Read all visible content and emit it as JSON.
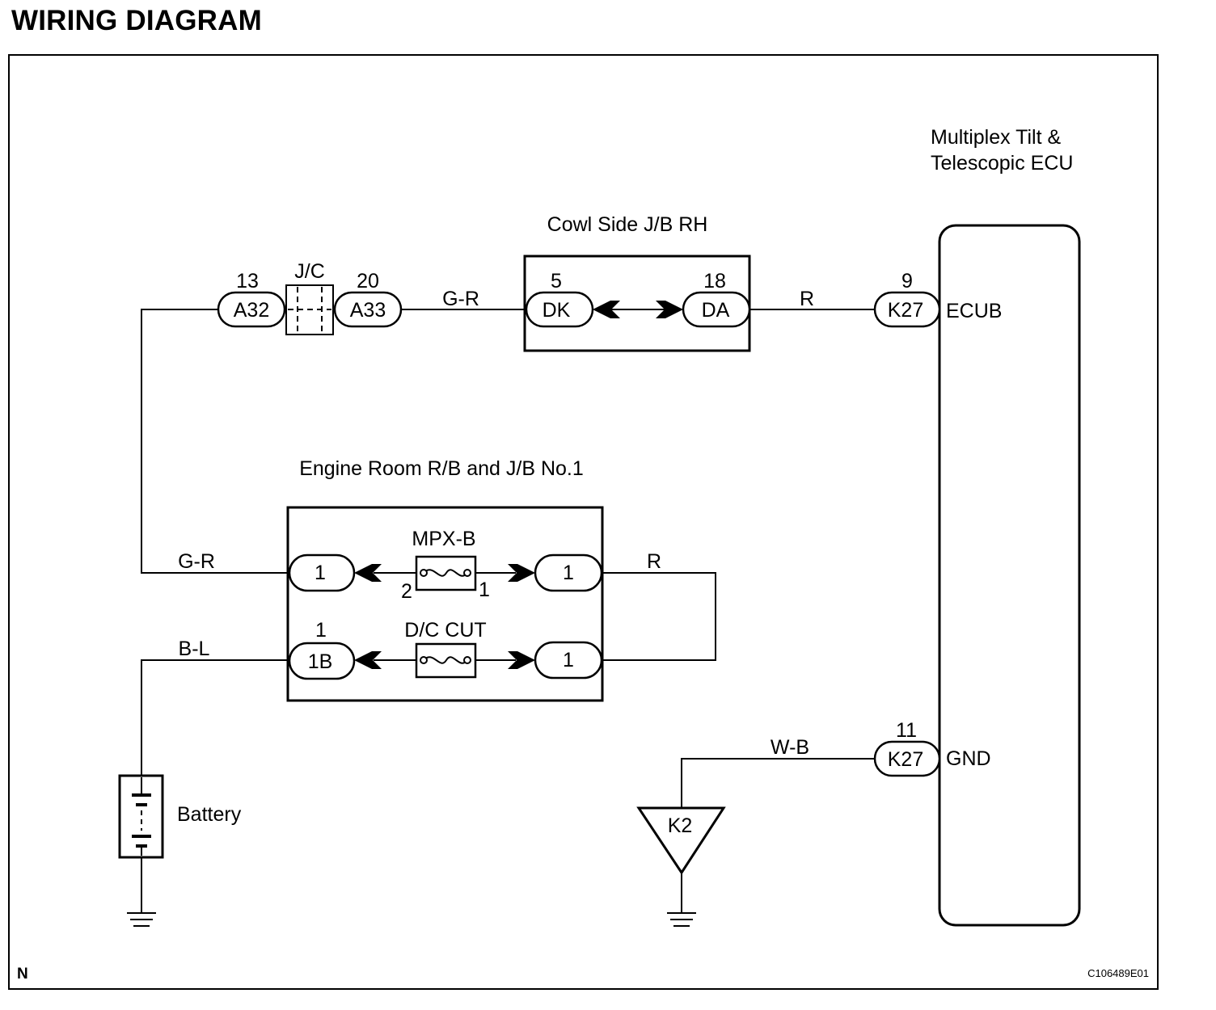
{
  "heading": "WIRING DIAGRAM",
  "footer": {
    "corner_letter": "N",
    "figure_code": "C106489E01"
  },
  "ecu": {
    "name_line1": "Multiplex Tilt &",
    "name_line2": "Telescopic ECU",
    "terminals": [
      {
        "connector": "K27",
        "pin": "9",
        "signal": "ECUB"
      },
      {
        "connector": "K27",
        "pin": "11",
        "signal": "GND"
      }
    ]
  },
  "cowl_jb": {
    "title": "Cowl Side J/B RH",
    "left": {
      "connector": "DK",
      "pin": "5"
    },
    "right": {
      "connector": "DA",
      "pin": "18"
    }
  },
  "jc": {
    "label": "J/C",
    "left": {
      "connector": "A32",
      "pin": "13"
    },
    "right": {
      "connector": "A33",
      "pin": "20"
    }
  },
  "engine_room_jb": {
    "title": "Engine Room R/B and J/B No.1",
    "fuses": [
      {
        "name": "MPX-B",
        "left_connector": "1",
        "right_connector": "1",
        "left_pin": "2",
        "right_pin": "1"
      },
      {
        "name": "D/C CUT",
        "left_connector": "1B",
        "right_connector": "1",
        "left_pin": "1"
      }
    ]
  },
  "wires": {
    "jc_to_cowl": "G-R",
    "cowl_to_ecu": "R",
    "jc_to_erjb": "G-R",
    "erjb_loop": "R",
    "battery_to_erjb": "B-L",
    "ground_to_ecu": "W-B"
  },
  "battery": {
    "label": "Battery"
  },
  "ground_point": {
    "label": "K2"
  }
}
